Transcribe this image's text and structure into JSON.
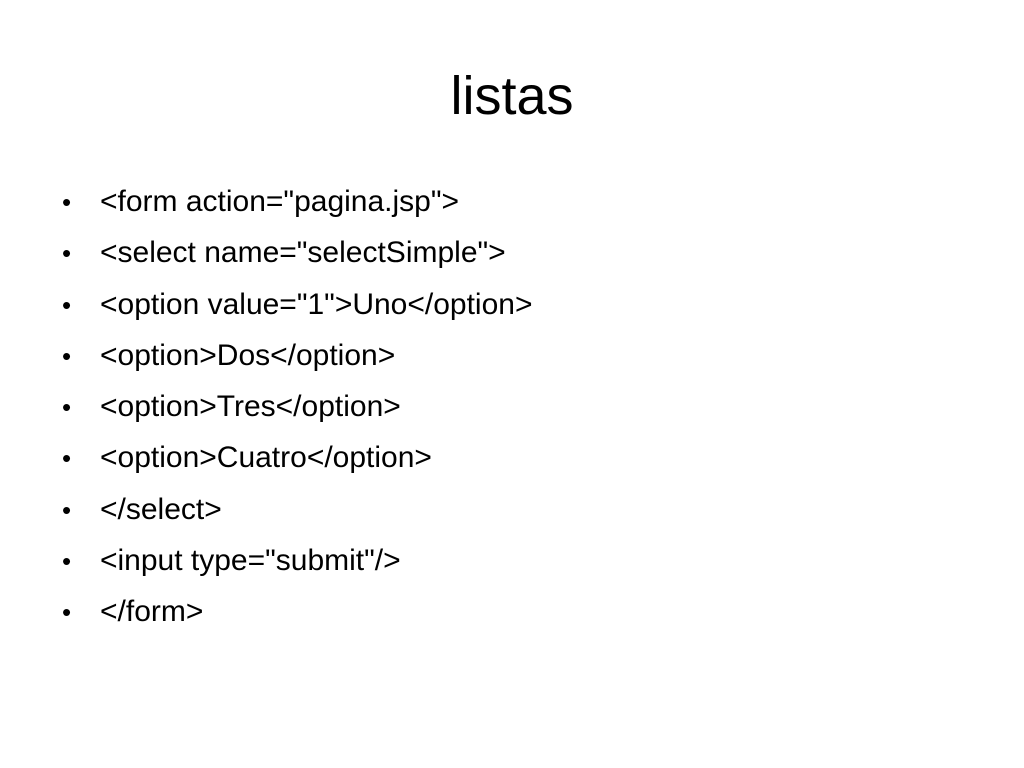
{
  "slide": {
    "title": "listas",
    "bullet_symbol": "•",
    "items": [
      "<form action=\"pagina.jsp\">",
      "<select name=\"selectSimple\">",
      "<option value=\"1\">Uno</option>",
      "<option>Dos</option>",
      "<option>Tres</option>",
      "<option>Cuatro</option>",
      "</select>",
      "<input type=\"submit\"/>",
      "</form>"
    ]
  }
}
